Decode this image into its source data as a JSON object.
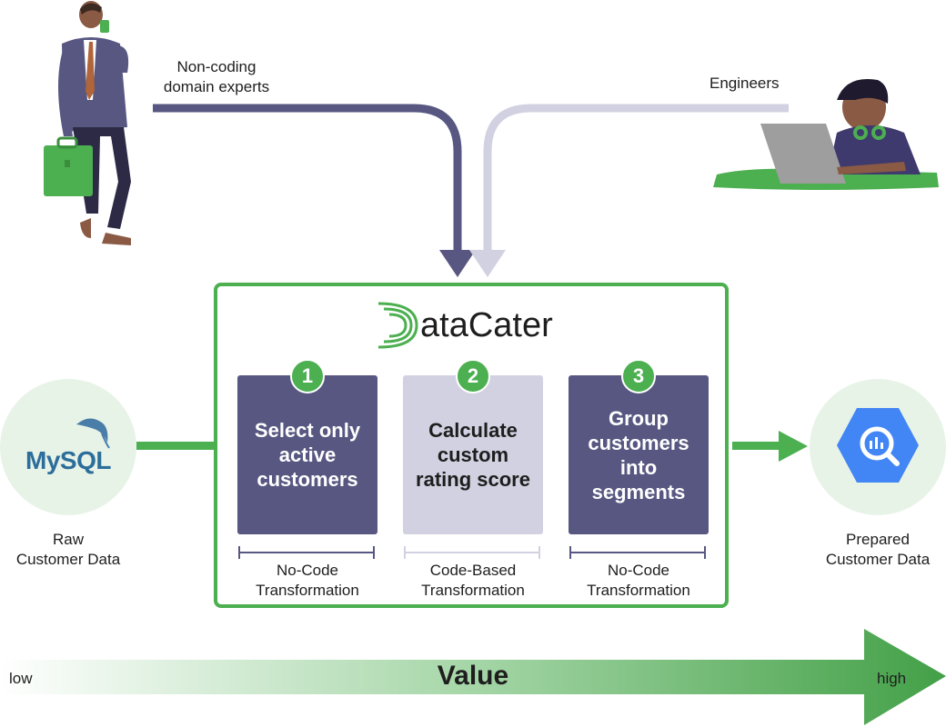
{
  "actors": {
    "domain_experts_label": "Non-coding\ndomain experts",
    "engineers_label": "Engineers"
  },
  "logo": {
    "text": "ataCater"
  },
  "steps": [
    {
      "number": "1",
      "text": "Select only active customers",
      "type": "No-Code\nTransformation"
    },
    {
      "number": "2",
      "text": "Calculate custom rating score",
      "type": "Code-Based\nTransformation"
    },
    {
      "number": "3",
      "text": "Group customers into segments",
      "type": "No-Code\nTransformation"
    }
  ],
  "source": {
    "logo_text": "MySQL",
    "label": "Raw\nCustomer Data"
  },
  "target": {
    "icon": "bigquery-icon",
    "label": "Prepared\nCustomer Data"
  },
  "value_scale": {
    "low": "low",
    "title": "Value",
    "high": "high"
  },
  "colors": {
    "green": "#4caf50",
    "dark_purple": "#575782",
    "light_purple": "#d2d1e1"
  }
}
